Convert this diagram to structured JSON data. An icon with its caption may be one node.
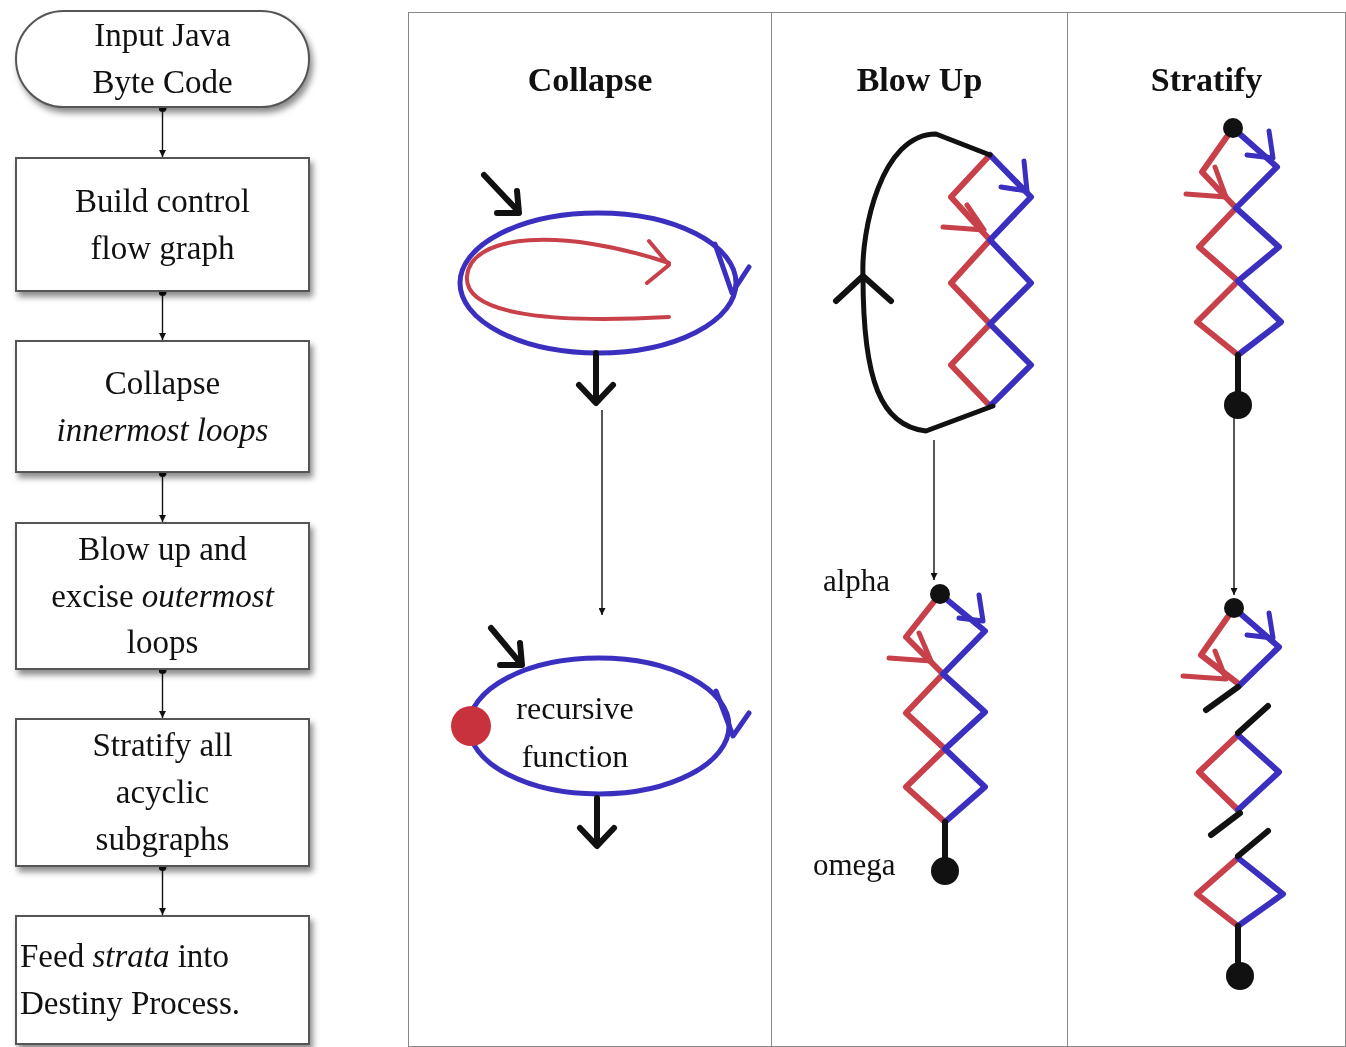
{
  "diagram": {
    "nodes": [
      {
        "text": [
          "Input Java Byte Code"
        ]
      },
      {
        "text": [
          "Build control flow graph"
        ]
      },
      {
        "text": [
          "Collapse *innermost loops*"
        ]
      },
      {
        "text": [
          "Blow up and excise *outermost* loops"
        ]
      },
      {
        "text": [
          "Stratify all acyclic subgraphs"
        ]
      },
      {
        "text": [
          "Feed *strata* into Destiny Process."
        ]
      },
      {
        "text": [
          "Collapse"
        ]
      },
      {
        "text": [
          "Blow Up"
        ]
      },
      {
        "text": [
          "Stratify"
        ]
      },
      {
        "text": [],
        "shape": "ellipse",
        "in": 6
      },
      {
        "text": [
          "recursive function"
        ],
        "in": 6
      },
      {
        "text": [],
        "shape": "graph",
        "in": 7
      },
      {
        "text": [],
        "shape": "graph",
        "in": 7
      },
      {
        "text": [],
        "shape": "graph",
        "in": 8
      },
      {
        "text": [],
        "shape": "graph",
        "in": 8
      }
    ],
    "edges": [
      {
        "from": 0,
        "to": 1,
        "arrow": "to"
      },
      {
        "from": 1,
        "to": 2,
        "arrow": "to"
      },
      {
        "from": 2,
        "to": 3,
        "arrow": "to"
      },
      {
        "from": 3,
        "to": 4,
        "arrow": "to"
      },
      {
        "from": 4,
        "to": 5,
        "arrow": "to"
      },
      {
        "from": 9,
        "to": 10,
        "arrow": "to"
      },
      {
        "from": 11,
        "to": 12,
        "arrow": "to"
      },
      {
        "from": 13,
        "to": 14,
        "arrow": "to"
      }
    ],
    "labels": [
      "alpha",
      "omega"
    ]
  }
}
